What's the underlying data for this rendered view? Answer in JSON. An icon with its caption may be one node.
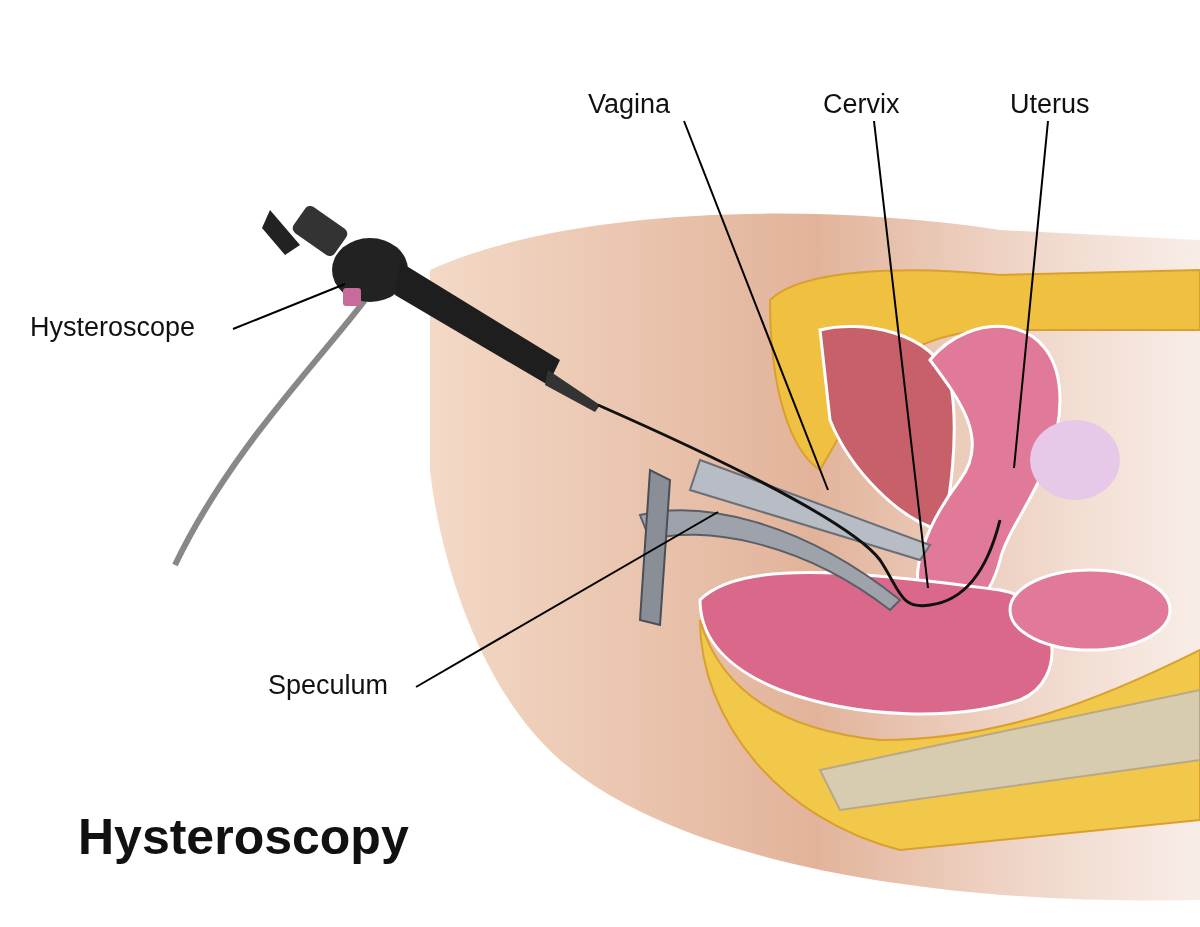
{
  "diagram": {
    "title": "Hysteroscopy",
    "nodes": [
      {
        "text": [
          "Hysteroscope"
        ]
      },
      {
        "text": [
          "Speculum"
        ]
      },
      {
        "text": [
          "Vagina"
        ]
      },
      {
        "text": [
          "Cervix"
        ]
      },
      {
        "text": [
          "Uterus"
        ]
      }
    ],
    "edges": [
      {
        "from": 0,
        "to": null,
        "arrow": "none"
      },
      {
        "from": 1,
        "to": null,
        "arrow": "none"
      },
      {
        "from": 2,
        "to": null,
        "arrow": "none"
      },
      {
        "from": 3,
        "to": null,
        "arrow": "none"
      },
      {
        "from": 4,
        "to": null,
        "arrow": "none"
      }
    ]
  }
}
